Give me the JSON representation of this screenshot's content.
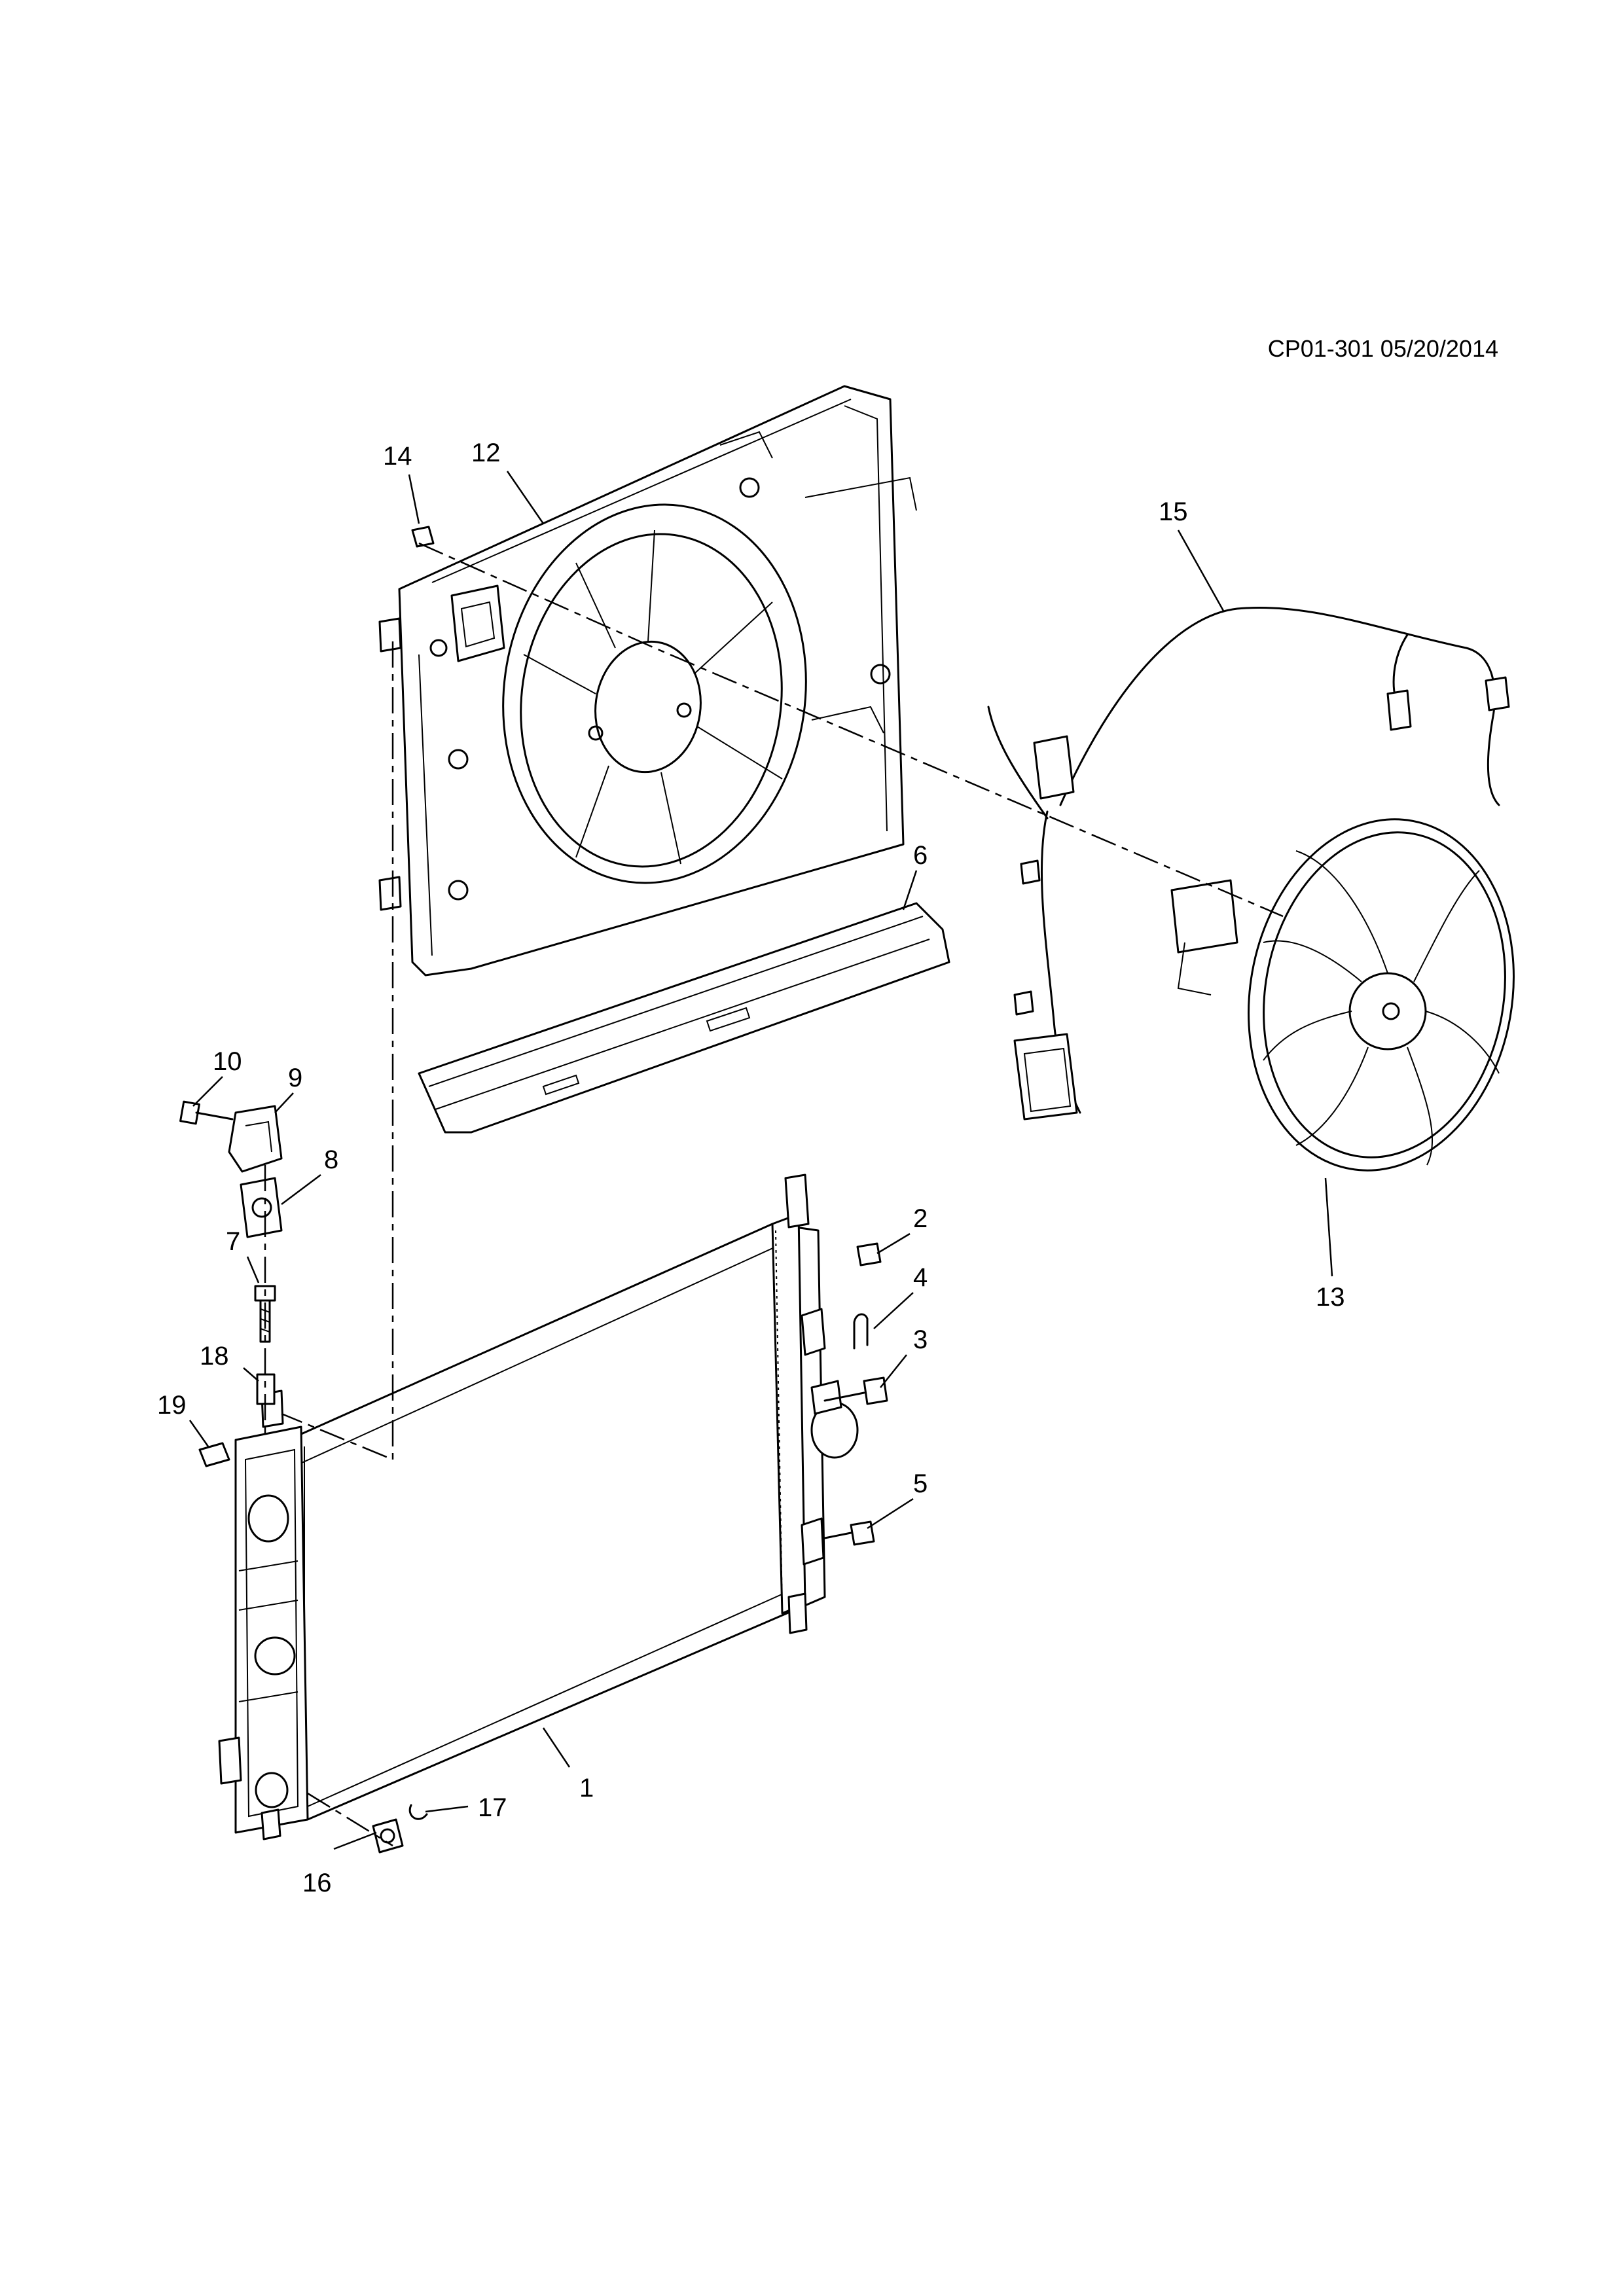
{
  "diagram": {
    "reference_code": "CP01-301 05/20/2014",
    "callouts": [
      "1",
      "2",
      "3",
      "4",
      "5",
      "6",
      "7",
      "8",
      "9",
      "10",
      "12",
      "13",
      "14",
      "15",
      "16",
      "17",
      "18",
      "19"
    ]
  }
}
